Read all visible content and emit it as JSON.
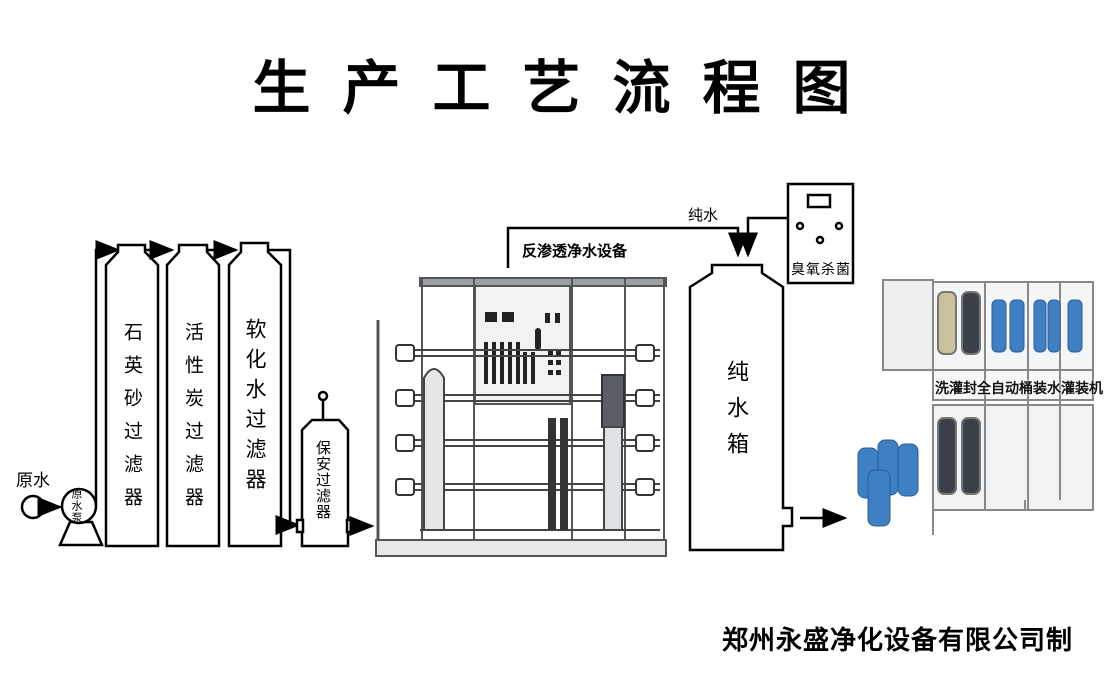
{
  "title": "生产工艺流程图",
  "footer": "郑州永盛净化设备有限公司制",
  "nodes": {
    "raw_water": "原水",
    "raw_water_pump": "原水泵",
    "quartz_sand_filter": "石英砂过滤器",
    "activated_carbon_filter": "活性炭过滤器",
    "softening_filter": "软化水过滤器",
    "security_filter": "保安过滤器",
    "ro_equipment": "反渗透净水设备",
    "pure_water_label": "纯水",
    "ozone_sterilizer": "臭氧杀菌",
    "pure_water_tank": "纯水箱",
    "filling_machine": "洗灌封全自动桶装水灌装机"
  },
  "flow": [
    "原水",
    "原水泵",
    "石英砂过滤器",
    "活性炭过滤器",
    "软化水过滤器",
    "保安过滤器",
    "反渗透净水设备",
    "纯水箱",
    "洗灌封全自动桶装水灌装机"
  ],
  "colors": {
    "line": "#000000",
    "equipment_gray": "#8a8f96",
    "bottle_blue": "#3f7fc4"
  }
}
